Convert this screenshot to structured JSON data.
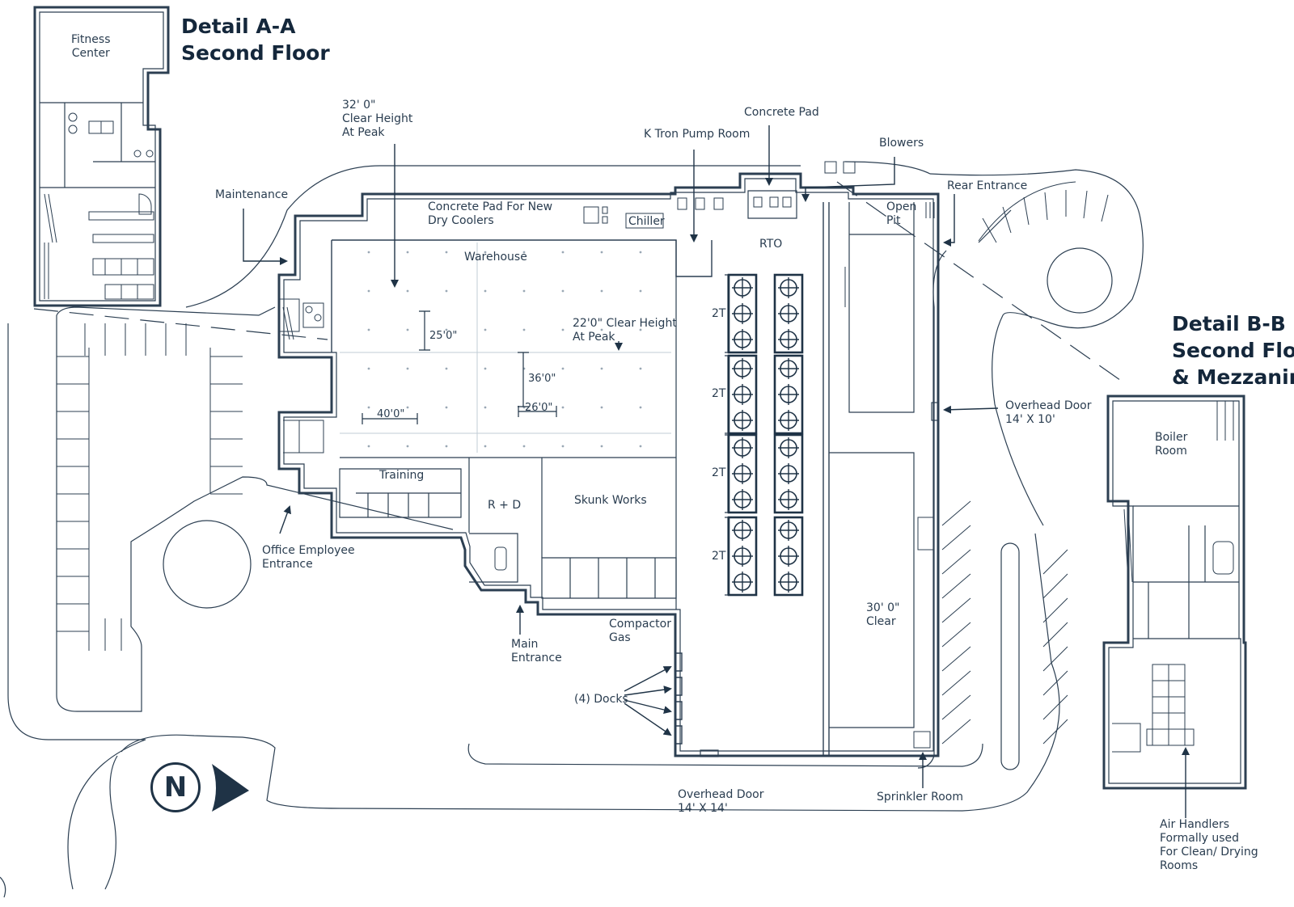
{
  "colors": {
    "line": "#2c3f52",
    "text": "#2a3d50",
    "title": "#14273b",
    "background": "#ffffff"
  },
  "details": {
    "a": {
      "line1": "Detail A-A",
      "line2": "Second Floor"
    },
    "b": {
      "line1": "Detail B-B",
      "line2": "Second Floor",
      "line3": "& Mezzanine"
    }
  },
  "labels": {
    "fitness_1": "Fitness",
    "fitness_2": "Center",
    "clear32_1": "32' 0\"",
    "clear32_2": "Clear Height",
    "clear32_3": "At Peak",
    "maintenance": "Maintenance",
    "concrete_pad_dry_1": "Concrete Pad For New",
    "concrete_pad_dry_2": "Dry Coolers",
    "chiller": "Chiller",
    "concrete_pad": "Concrete Pad",
    "ktron": "K Tron Pump Room",
    "blowers": "Blowers",
    "rear_entrance": "Rear Entrance",
    "open_pit_1": "Open",
    "open_pit_2": "Pit",
    "warehouse": "Warehouse",
    "rto": "RTO",
    "clear22_1": "22'0\" Clear Height",
    "clear22_2": "At Peak",
    "training": "Training",
    "rd": "R + D",
    "skunk_works": "Skunk Works",
    "office_entrance_1": "Office Employee",
    "office_entrance_2": "Entrance",
    "main_entrance_1": "Main",
    "main_entrance_2": "Entrance",
    "compactor_1": "Compactor",
    "compactor_2": "Gas",
    "docks": "(4) Docks",
    "overhead_south_1": "Overhead Door",
    "overhead_south_2": "14'  X 14'",
    "sprinkler": "Sprinkler Room",
    "overhead_east_1": "Overhead Door",
    "overhead_east_2": "14'  X 10'",
    "clear30_1": "30' 0\"",
    "clear30_2": "Clear",
    "boiler_1": "Boiler",
    "boiler_2": "Room",
    "air_1": "Air Handlers",
    "air_2": "Formally used",
    "air_3": "For Clean/ Drying",
    "air_4": "Rooms",
    "north": "N"
  },
  "dimensions": {
    "d25": "25'0\"",
    "d36": "36'0\"",
    "d40": "40'0\"",
    "d26": "26'0\""
  },
  "tank_rows": [
    "2T",
    "2T",
    "2T",
    "2T"
  ],
  "icons": {
    "north_arrow": "north-arrow-icon"
  }
}
